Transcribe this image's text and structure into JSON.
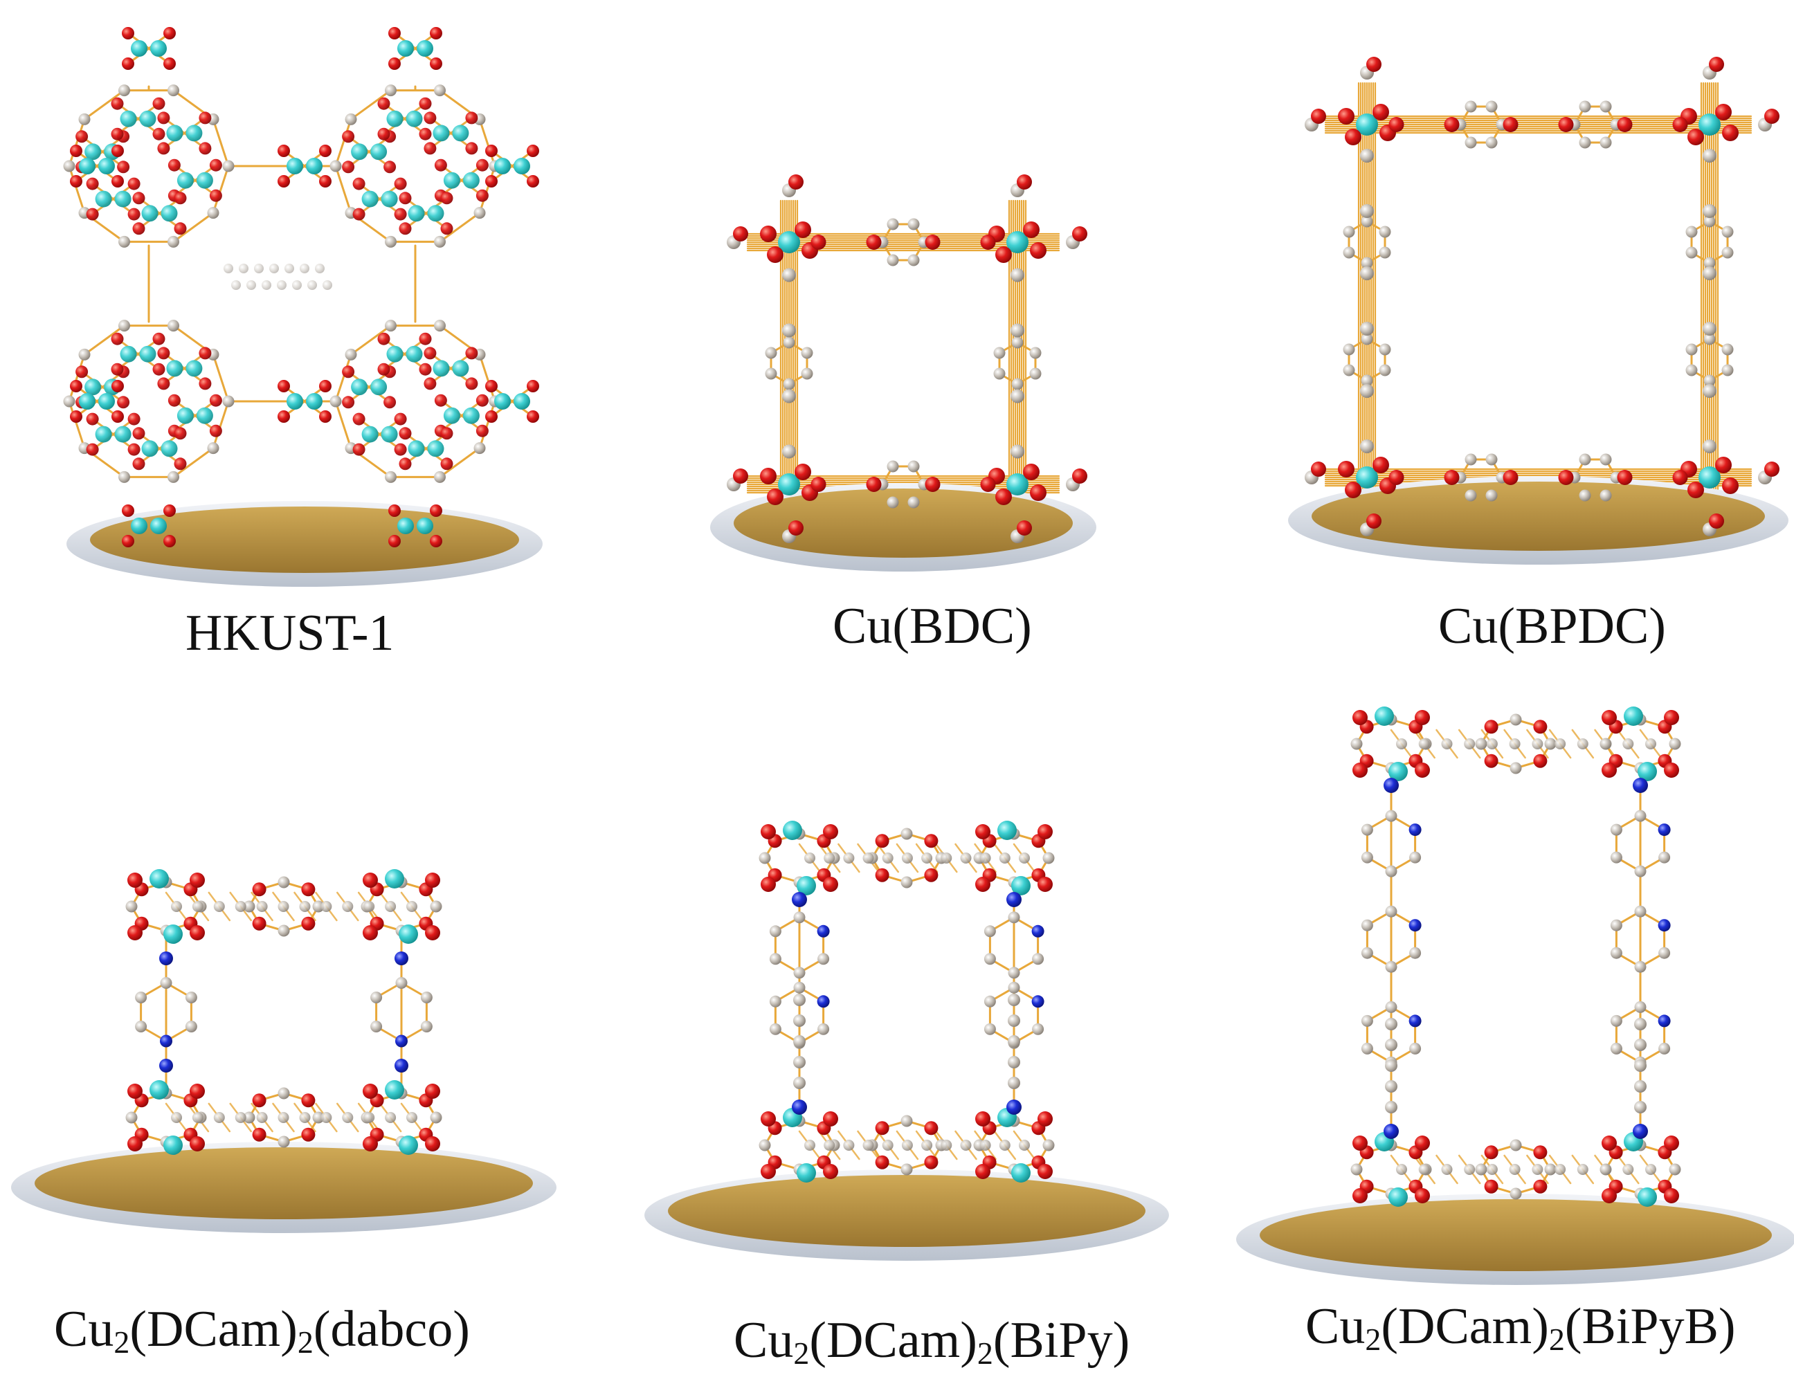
{
  "colors": {
    "copper_atom": "#3ed0d2",
    "oxygen_atom": "#e01a1a",
    "carbon_atom": "#c9c3bb",
    "nitrogen_atom": "#1d2fd6",
    "bond": "#e8a83a",
    "substrate": "#b58f3f",
    "substrate_rim": "#d8dde5",
    "caption_text": "#111111"
  },
  "panels": [
    {
      "id": "hkust",
      "label": "HKUST-1",
      "structure": "3d-framework"
    },
    {
      "id": "bdc",
      "label": "Cu(BDC)",
      "structure": "square-sheet"
    },
    {
      "id": "bpdc",
      "label": "Cu(BPDC)",
      "structure": "square-sheet-large"
    },
    {
      "id": "dabco",
      "label_parts": [
        "Cu",
        "2",
        "(DCam)",
        "2",
        "(dabco)"
      ],
      "structure": "pillared"
    },
    {
      "id": "bipy",
      "label_parts": [
        "Cu",
        "2",
        "(DCam)",
        "2",
        "(BiPy)"
      ],
      "structure": "pillared-long"
    },
    {
      "id": "bipyb",
      "label_parts": [
        "Cu",
        "2",
        "(DCam)",
        "2",
        "(BiPyB)"
      ],
      "structure": "pillared-longest"
    }
  ]
}
